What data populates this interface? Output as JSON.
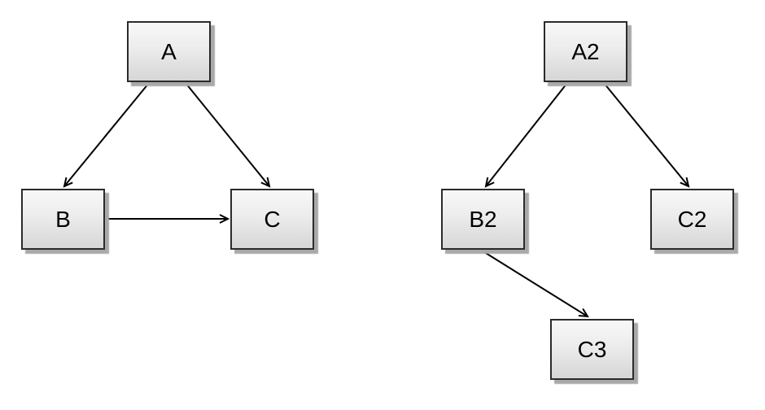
{
  "diagram": {
    "background_color": "#ffffff",
    "style": {
      "node_fill_top": "#f8f8f8",
      "node_fill_bottom": "#d6d6d6",
      "node_border_color": "#2b2b2b",
      "node_shadow_color": "#a9a9a9",
      "edge_color": "#000000",
      "text_color": "#000000"
    },
    "left_graph": {
      "nodes": [
        {
          "id": "A",
          "label": "A"
        },
        {
          "id": "B",
          "label": "B"
        },
        {
          "id": "C",
          "label": "C"
        }
      ],
      "edges": [
        {
          "from": "A",
          "to": "B"
        },
        {
          "from": "A",
          "to": "C"
        },
        {
          "from": "B",
          "to": "C"
        }
      ]
    },
    "right_graph": {
      "nodes": [
        {
          "id": "A2",
          "label": "A2"
        },
        {
          "id": "B2",
          "label": "B2"
        },
        {
          "id": "C2",
          "label": "C2"
        },
        {
          "id": "C3",
          "label": "C3"
        }
      ],
      "edges": [
        {
          "from": "A2",
          "to": "B2"
        },
        {
          "from": "A2",
          "to": "C2"
        },
        {
          "from": "B2",
          "to": "C3"
        }
      ]
    }
  }
}
